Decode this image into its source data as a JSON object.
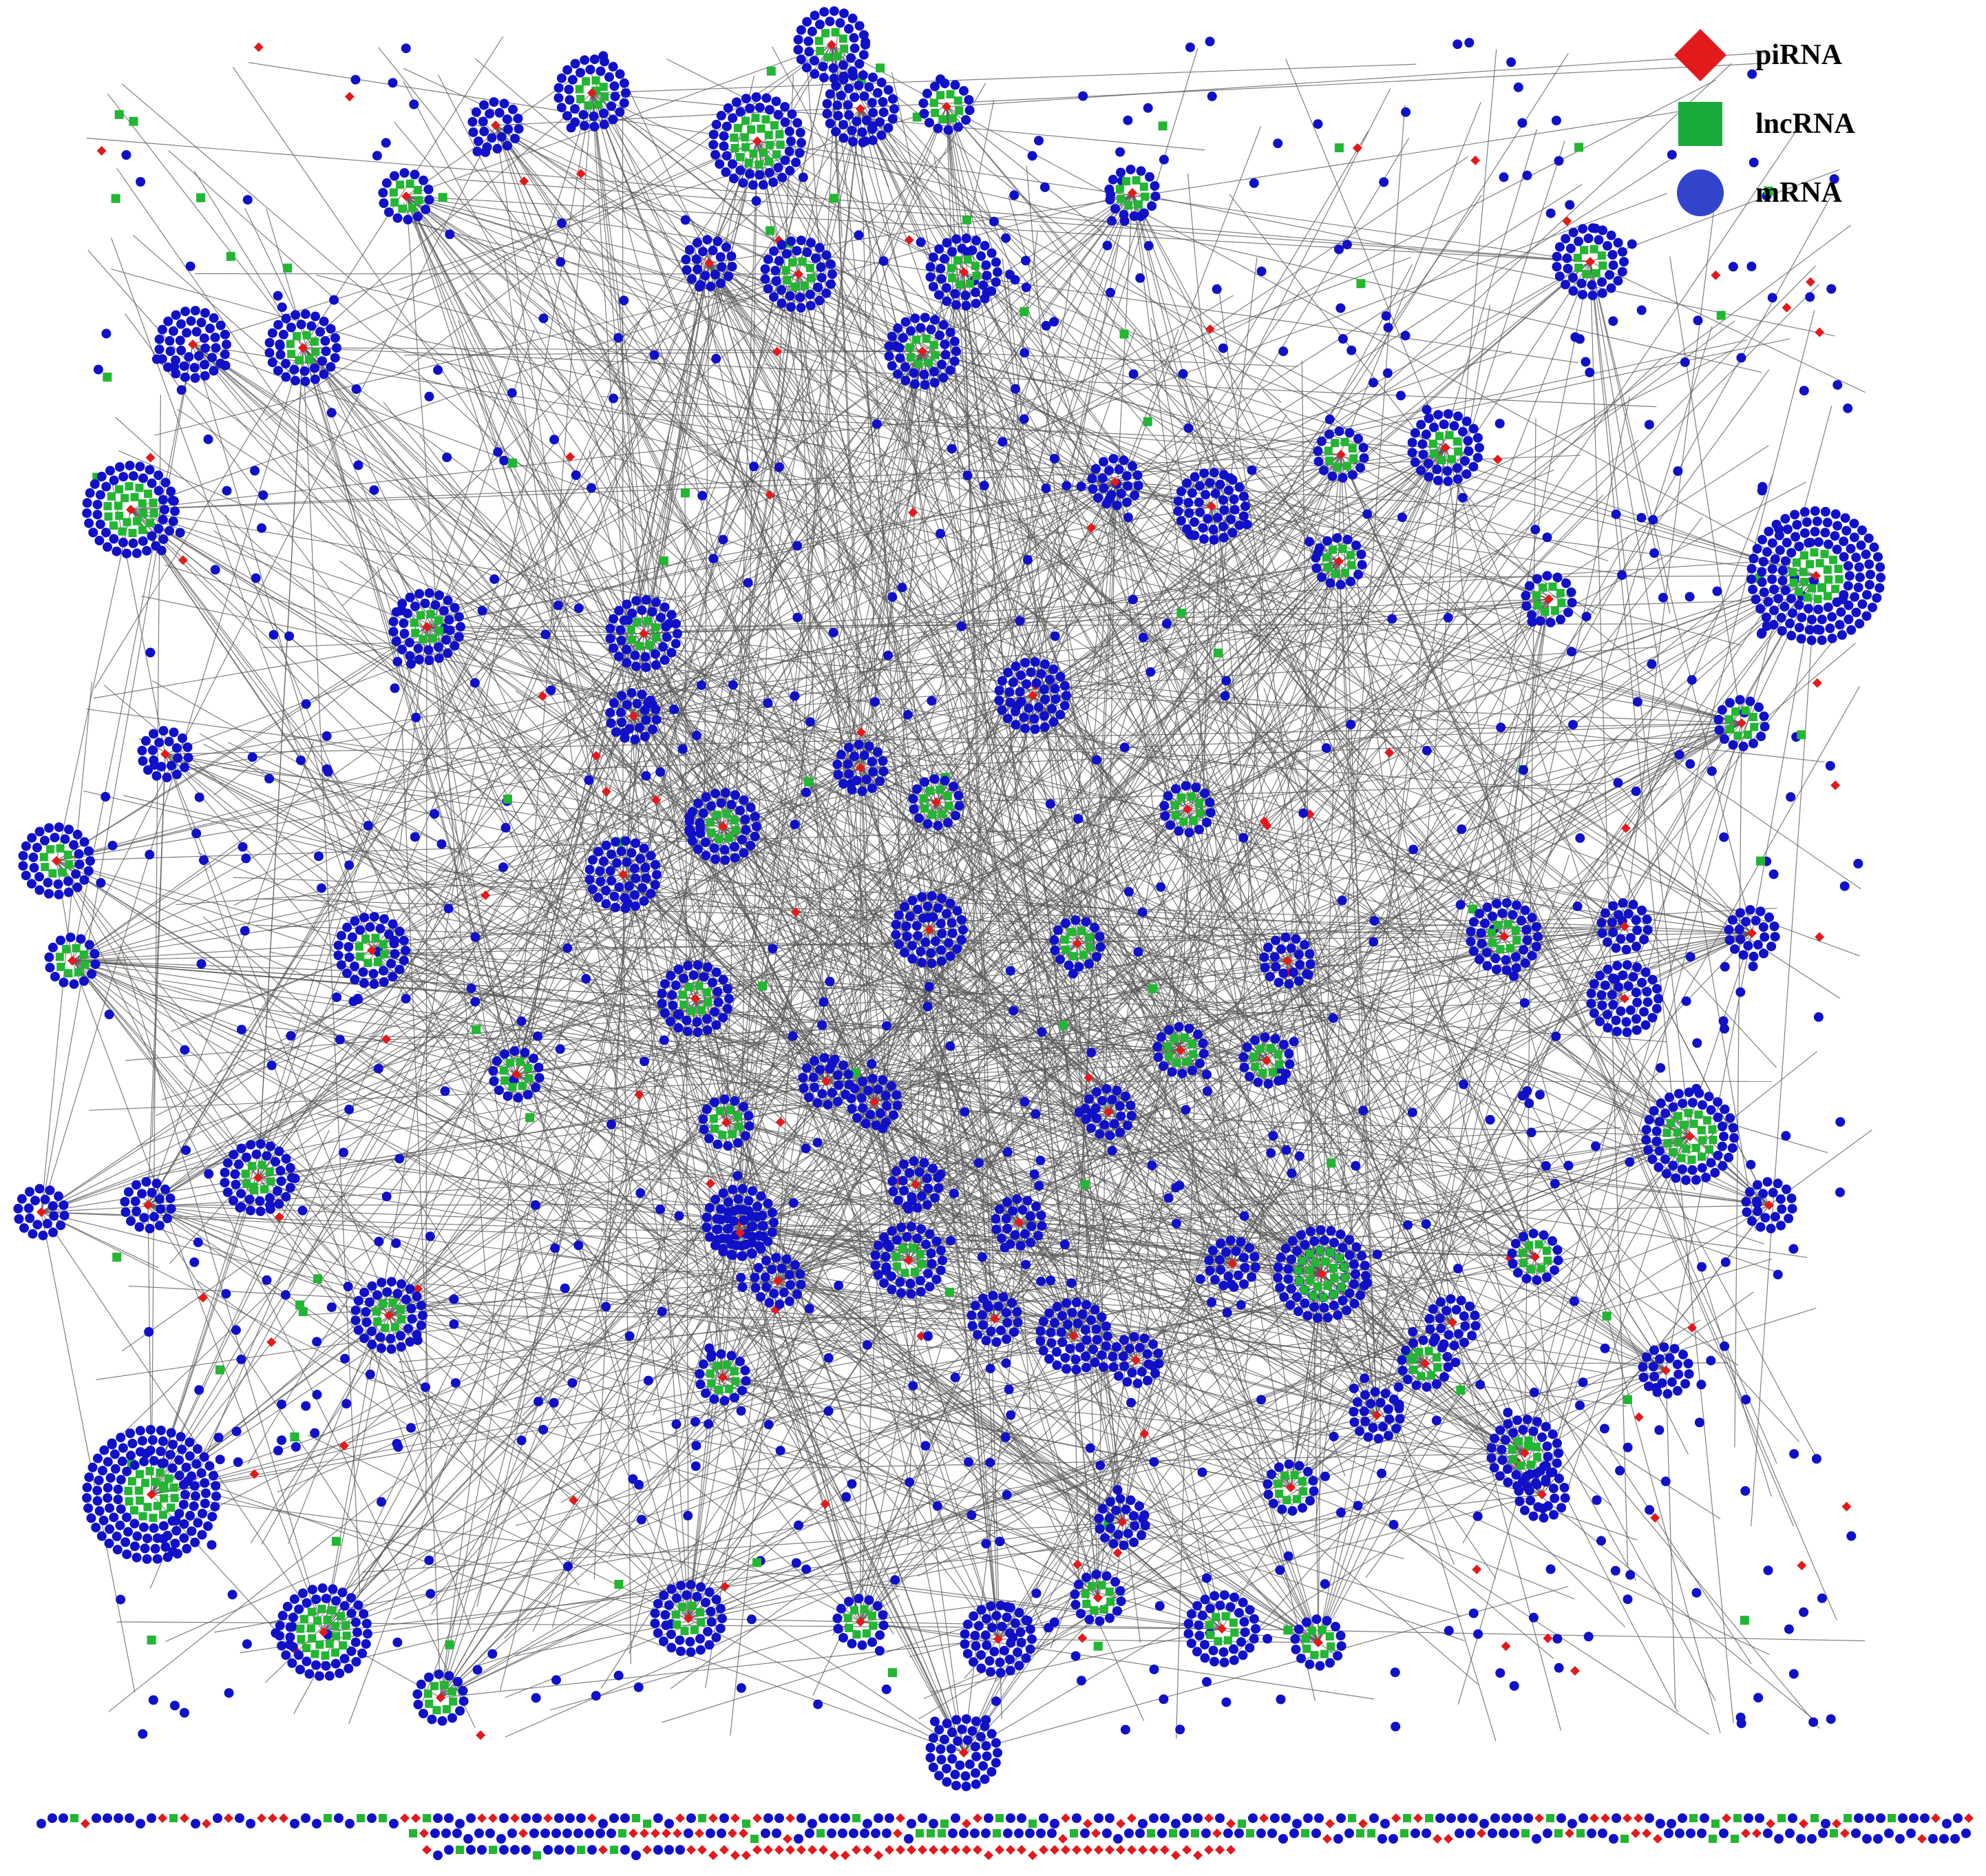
{
  "legend": {
    "items": [
      {
        "label": "piRNA",
        "shape": "diamond",
        "color": "#e31a1c"
      },
      {
        "label": "lncRNA",
        "shape": "square",
        "color": "#1aab3c"
      },
      {
        "label": "mRNA",
        "shape": "circle",
        "color": "#3344cc"
      }
    ]
  },
  "colors": {
    "edge": "#555555",
    "mRNA_node": "#1010c8",
    "piRNA_node": "#e31a1c",
    "lncRNA_node": "#22b633"
  }
}
